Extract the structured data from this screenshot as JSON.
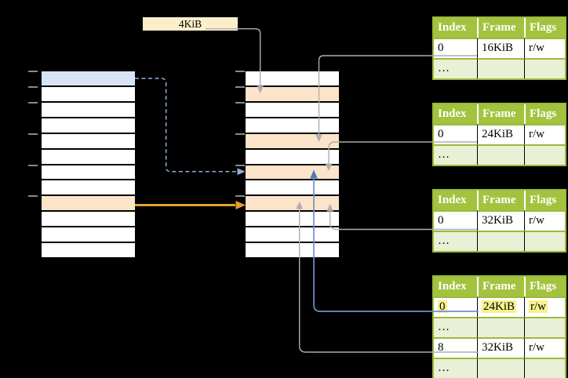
{
  "colors": {
    "background": "#000000",
    "cell_white": "#FFFFFF",
    "table_header_green": "#A3C33E",
    "table_border_green": "#9ABB3C",
    "table_alt_row_green": "#E9F0D5",
    "frame_peach": "#FCE4CA",
    "page_blue": "#D8E4F5",
    "label_box_cream": "#FCEECB",
    "highlight_yellow": "#F8F18B",
    "arrow_gray": "#AEAEAE",
    "arrow_blue": "#6E93C9",
    "arrow_blue_dark": "#4C79B7",
    "arrow_blue_dashed": "#8FAFD9",
    "arrow_orange": "#E2A22E",
    "tick_gray": "#8A8A8A"
  },
  "label_box": {
    "text": "4KiB"
  },
  "left_column": {
    "row_count": 12,
    "blue_row_index": 0,
    "peach_row_index": 8
  },
  "middle_column": {
    "row_count": 12,
    "peach_row_indices": [
      1,
      4,
      6,
      8
    ]
  },
  "page_tables": [
    {
      "headers": {
        "index": "Index",
        "frame": "Frame",
        "flags": "Flags"
      },
      "rows": [
        {
          "index": "0",
          "frame": "16KiB",
          "flags": "r/w",
          "highlighted": false
        },
        {
          "index": "…",
          "frame": "",
          "flags": "",
          "highlighted": false
        }
      ]
    },
    {
      "headers": {
        "index": "Index",
        "frame": "Frame",
        "flags": "Flags"
      },
      "rows": [
        {
          "index": "0",
          "frame": "24KiB",
          "flags": "r/w",
          "highlighted": false
        },
        {
          "index": "…",
          "frame": "",
          "flags": "",
          "highlighted": false
        }
      ]
    },
    {
      "headers": {
        "index": "Index",
        "frame": "Frame",
        "flags": "Flags"
      },
      "rows": [
        {
          "index": "0",
          "frame": "32KiB",
          "flags": "r/w",
          "highlighted": false
        },
        {
          "index": "…",
          "frame": "",
          "flags": "",
          "highlighted": false
        }
      ]
    },
    {
      "headers": {
        "index": "Index",
        "frame": "Frame",
        "flags": "Flags"
      },
      "rows": [
        {
          "index": "0",
          "frame": "24KiB",
          "flags": "r/w",
          "highlighted": true
        },
        {
          "index": "…",
          "frame": "",
          "flags": "",
          "highlighted": false
        },
        {
          "index": "8",
          "frame": "32KiB",
          "flags": "r/w",
          "highlighted": false
        },
        {
          "index": "…",
          "frame": "",
          "flags": "",
          "highlighted": false
        }
      ]
    }
  ],
  "connectors": [
    {
      "from": "size-label-4KiB",
      "to": "frame-row-4KiB",
      "style": "gray"
    },
    {
      "from": "page-table-1-entry-0",
      "to": "frame-row-16KiB",
      "style": "gray"
    },
    {
      "from": "page-table-2-entry-0",
      "to": "frame-row-24KiB",
      "style": "gray"
    },
    {
      "from": "page-table-3-entry-0",
      "to": "frame-row-32KiB",
      "style": "gray"
    },
    {
      "from": "page-table-4-entry-0",
      "to": "frame-row-24KiB",
      "style": "blue"
    },
    {
      "from": "page-table-4-entry-8",
      "to": "frame-row-32KiB",
      "style": "gray"
    },
    {
      "from": "left-column-blue-row",
      "to": "frame-row-24KiB",
      "style": "blue-dashed"
    },
    {
      "from": "left-column-peach-row",
      "to": "frame-row-32KiB",
      "style": "orange"
    }
  ]
}
